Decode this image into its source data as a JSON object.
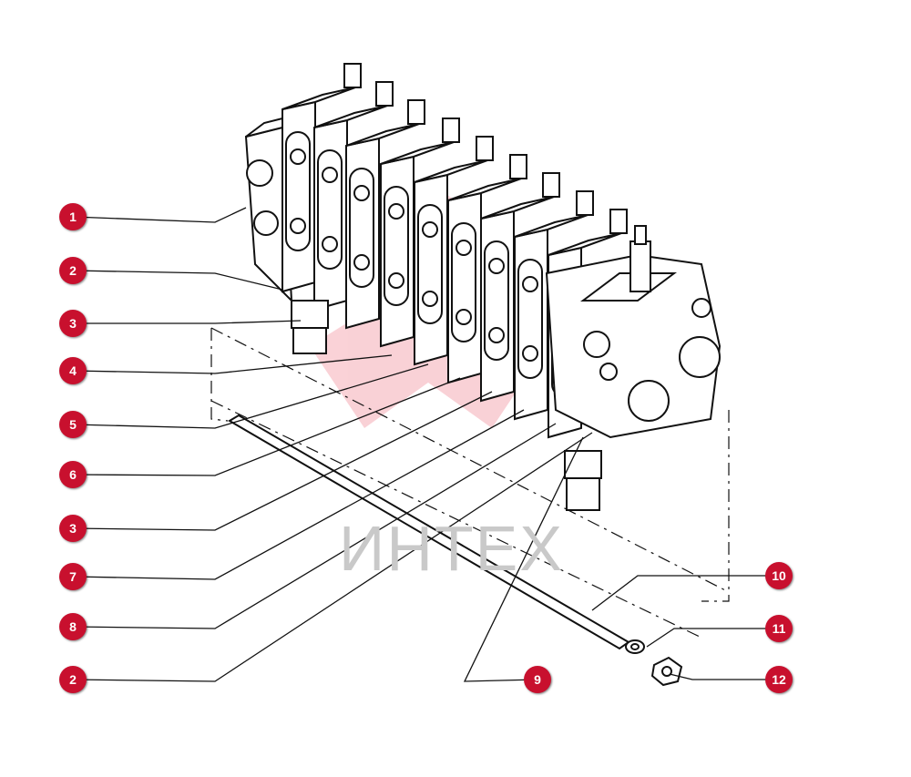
{
  "watermark": {
    "text": "ИНТЕХ"
  },
  "colors": {
    "callout": "#c8102e",
    "line": "#111111",
    "watermark": "#c9c9c9"
  },
  "callouts": [
    {
      "label": "1"
    },
    {
      "label": "2"
    },
    {
      "label": "3"
    },
    {
      "label": "4"
    },
    {
      "label": "5"
    },
    {
      "label": "6"
    },
    {
      "label": "3"
    },
    {
      "label": "7"
    },
    {
      "label": "8"
    },
    {
      "label": "2"
    },
    {
      "label": "9"
    },
    {
      "label": "10"
    },
    {
      "label": "11"
    },
    {
      "label": "12"
    }
  ]
}
